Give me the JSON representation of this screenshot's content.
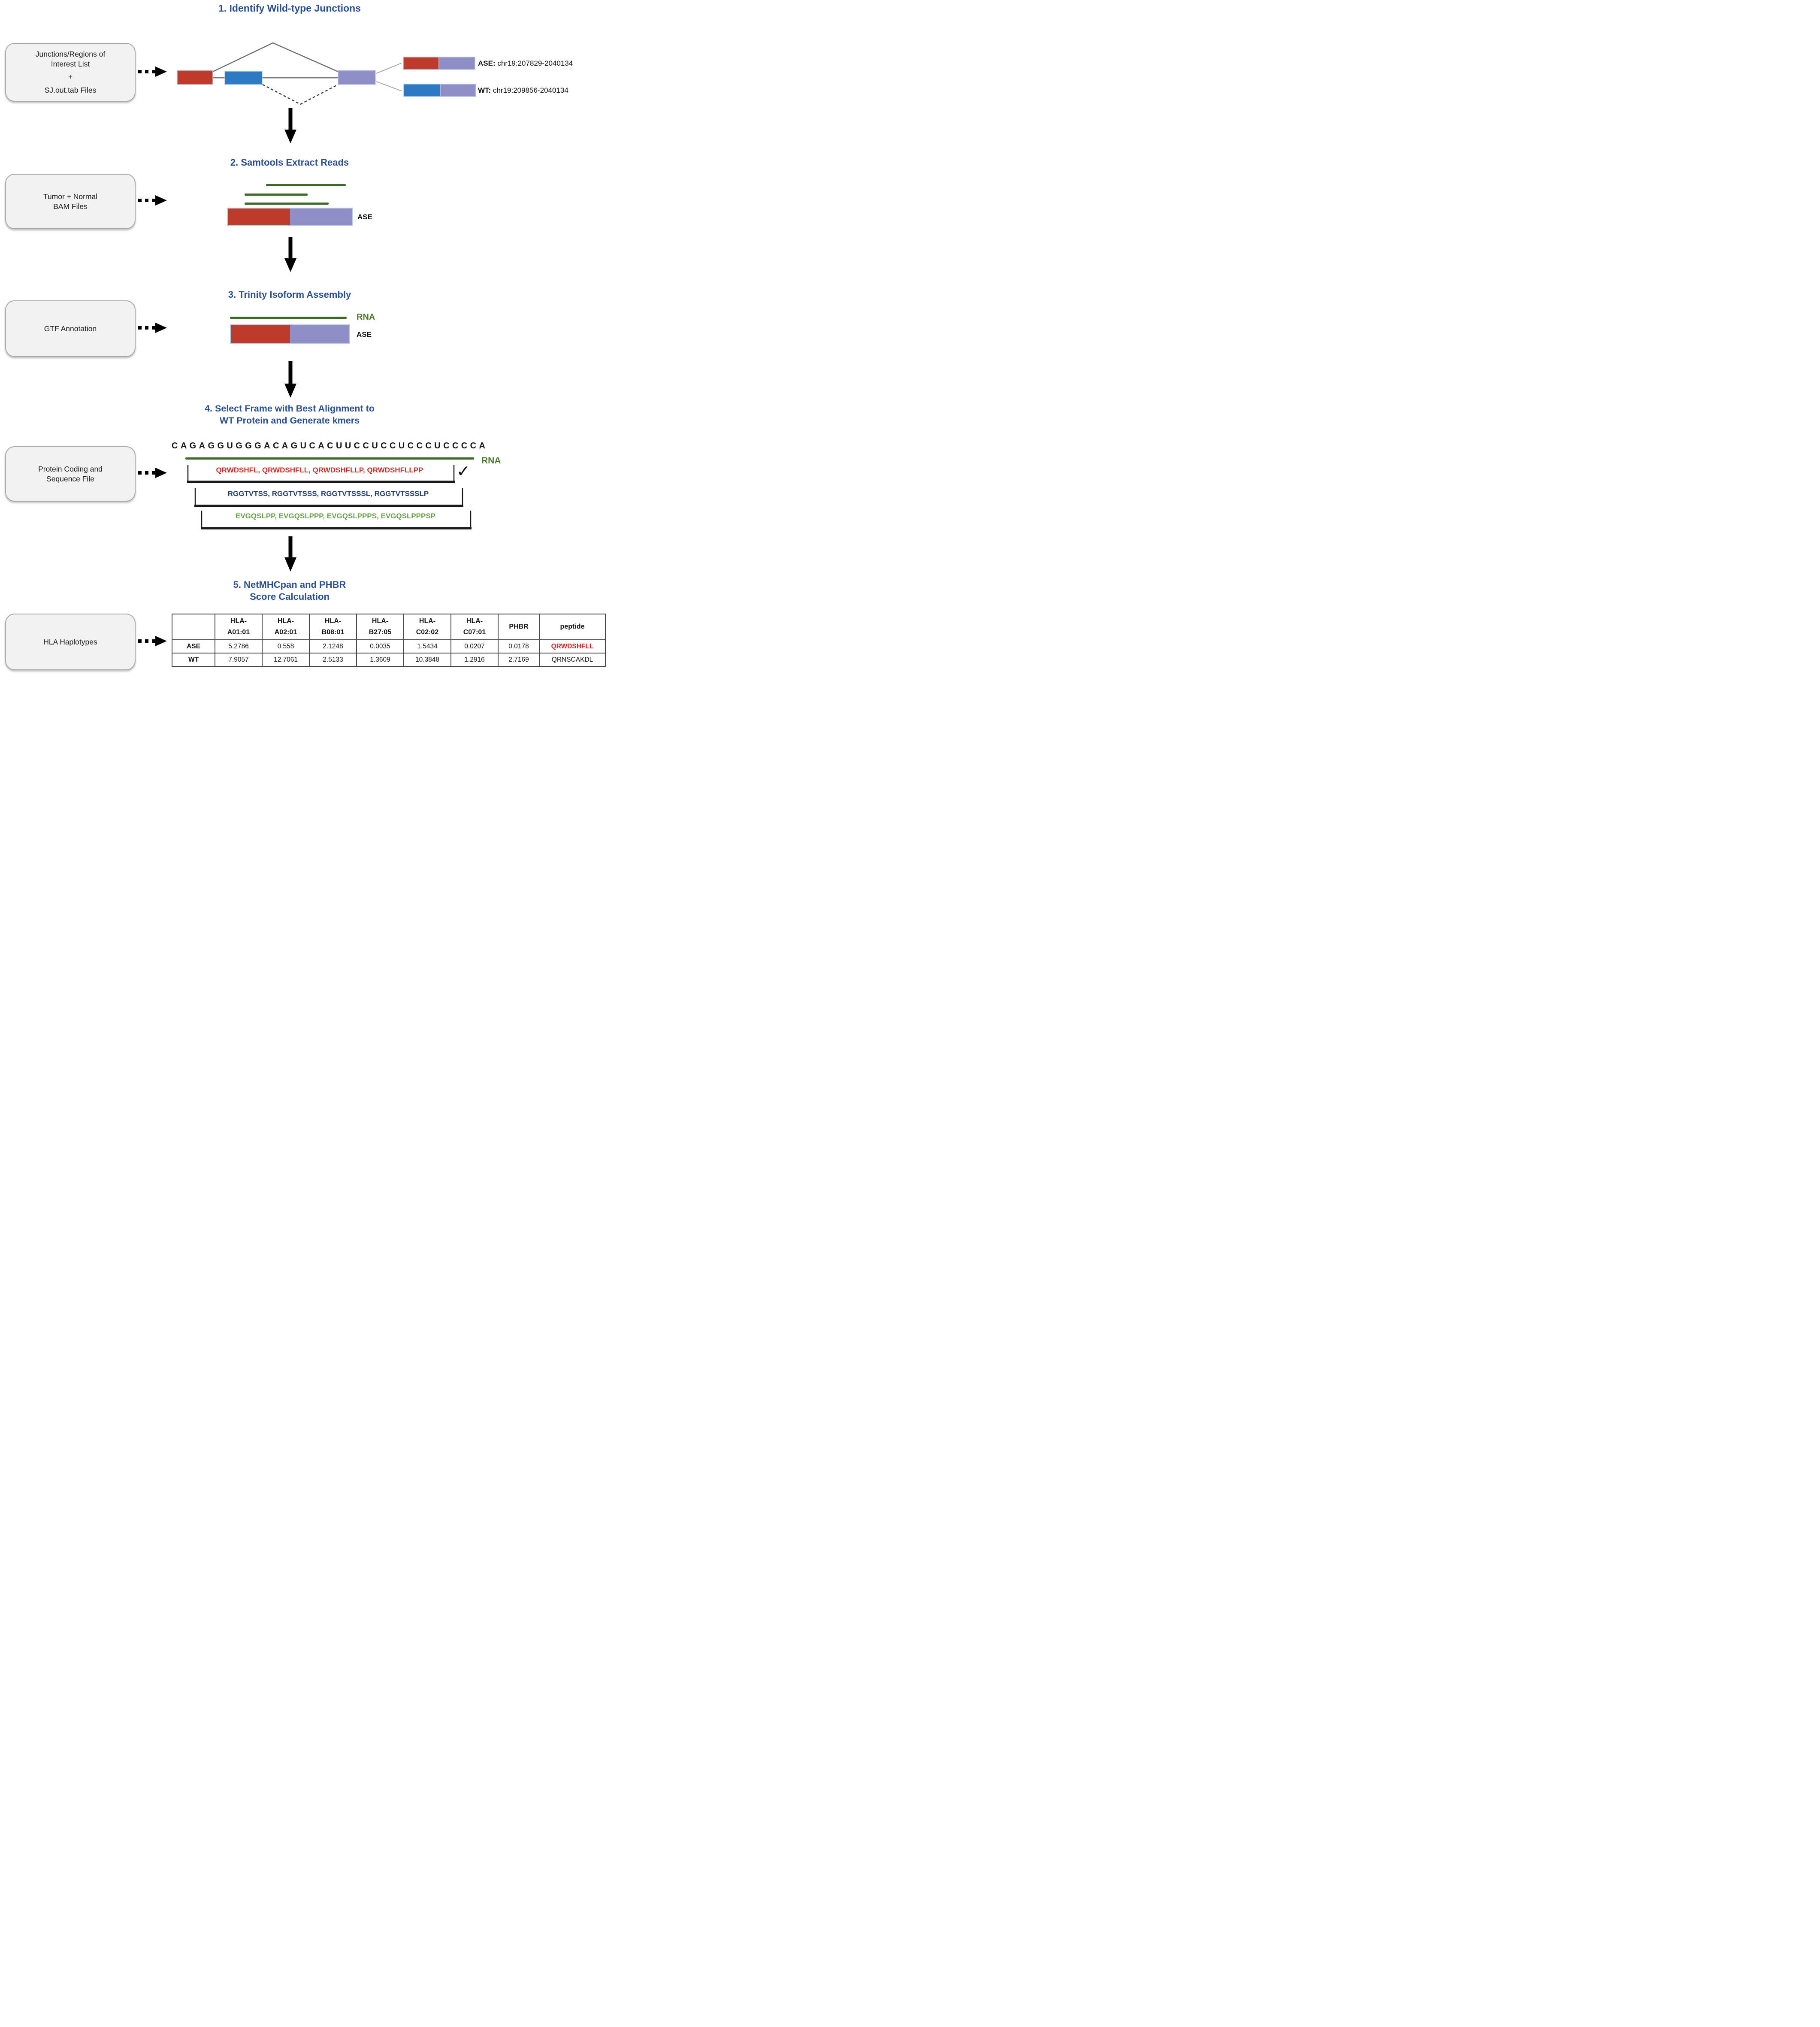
{
  "colors": {
    "title_blue": "#2b4f94",
    "exon_red": "#c03a2c",
    "exon_blue": "#2d7ac2",
    "exon_purple": "#8f8ec6",
    "read_green": "#3c6a24",
    "kmer_red": "#cc2e29",
    "kmer_navy": "#24406d",
    "kmer_green": "#69a14b",
    "peptide_red": "#d1262b"
  },
  "left_boxes": [
    {
      "lines": [
        "Junctions/Regions of",
        "Interest List",
        "+",
        "SJ.out.tab Files"
      ]
    },
    {
      "lines": [
        "Tumor + Normal",
        "BAM Files"
      ]
    },
    {
      "lines": [
        "GTF Annotation"
      ]
    },
    {
      "lines": [
        "Protein Coding and",
        "Sequence File"
      ]
    },
    {
      "lines": [
        "HLA Haplotypes"
      ]
    }
  ],
  "step1": {
    "title": "1. Identify Wild-type Junctions",
    "ase_prefix": "ASE:",
    "ase_coords": "chr19:207829-2040134",
    "wt_prefix": "WT:",
    "wt_coords": "chr19:209856-2040134"
  },
  "step2": {
    "title": "2. Samtools Extract Reads",
    "ase_label": "ASE"
  },
  "step3": {
    "title": "3. Trinity Isoform Assembly",
    "rna_label": "RNA",
    "ase_label": "ASE"
  },
  "step4": {
    "title_line1": "4. Select Frame with Best Alignment to",
    "title_line2": "WT Protein and Generate kmers",
    "rna_sequence": "CAGAGGUGGGACAGUCACUUCCUCCUCCCUCCCCA",
    "rna_label": "RNA",
    "checkmark": "✓",
    "kmer_rows": [
      {
        "text": "QRWDSHFL, QRWDSHFLL, QRWDSHFLLP, QRWDSHFLLPP"
      },
      {
        "text": "RGGTVTSS, RGGTVTSSS, RGGTVTSSSL, RGGTVTSSSLP"
      },
      {
        "text": "EVGQSLPP, EVGQSLPPP, EVGQSLPPPS, EVGQSLPPPSP"
      }
    ]
  },
  "step5": {
    "title_line1": "5. NetMHCpan and PHBR",
    "title_line2": "Score Calculation"
  },
  "table": {
    "headers": [
      {
        "line1": "",
        "line2": ""
      },
      {
        "line1": "HLA-",
        "line2": "A01:01"
      },
      {
        "line1": "HLA-",
        "line2": "A02:01"
      },
      {
        "line1": "HLA-",
        "line2": "B08:01"
      },
      {
        "line1": "HLA-",
        "line2": "B27:05"
      },
      {
        "line1": "HLA-",
        "line2": "C02:02"
      },
      {
        "line1": "HLA-",
        "line2": "C07:01"
      },
      {
        "line1": "PHBR",
        "line2": ""
      },
      {
        "line1": "peptide",
        "line2": ""
      }
    ],
    "rows": [
      {
        "label": "ASE",
        "values": [
          "5.2786",
          "0.558",
          "2.1248",
          "0.0035",
          "1.5434",
          "0.0207",
          "0.0178"
        ],
        "peptide": "QRWDSHFLL"
      },
      {
        "label": "WT",
        "values": [
          "7.9057",
          "12.7061",
          "2.5133",
          "1.3609",
          "10.3848",
          "1.2916",
          "2.7169"
        ],
        "peptide": "QRNSCAKDL"
      }
    ]
  }
}
